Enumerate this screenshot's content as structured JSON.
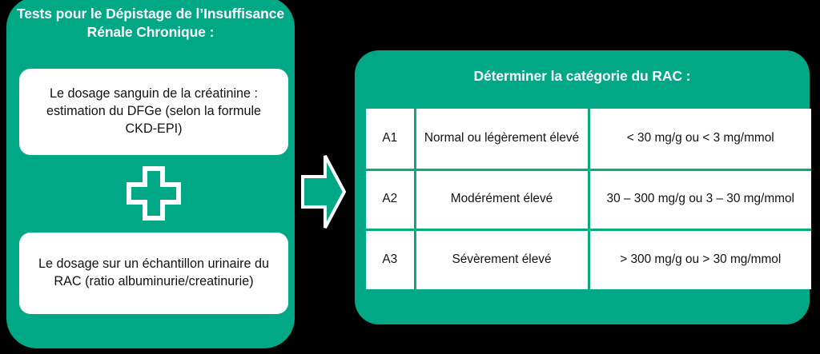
{
  "theme": {
    "brand_green": "#00A885",
    "table_border_green": "#0BA97F",
    "card_white": "#FFFFFF",
    "text_dark": "#121212",
    "background": "#000000"
  },
  "left_panel": {
    "title": "Tests pour le Dépistage de l’Insuffisance Rénale Chronique :",
    "cards": [
      {
        "id": "creatinine",
        "text": "Le dosage sanguin de la créatinine : estimation du DFGe (selon la formule CKD-EPI)"
      },
      {
        "id": "rac",
        "text": "Le dosage sur un échantillon urinaire du RAC (ratio albuminurie/creatinurie)"
      }
    ],
    "divider_icon": "medical-cross-icon"
  },
  "connector": {
    "icon": "arrow-right-icon",
    "direction": "right"
  },
  "right_panel": {
    "title": "Déterminer la catégorie du RAC :",
    "table": {
      "columns": [
        "code",
        "description",
        "range"
      ],
      "rows": [
        {
          "code": "A1",
          "description": "Normal ou légèrement élevé",
          "range": "< 30 mg/g ou < 3 mg/mmol"
        },
        {
          "code": "A2",
          "description": "Modérément élevé",
          "range": "30 – 300 mg/g ou 3 – 30 mg/mmol"
        },
        {
          "code": "A3",
          "description": "Sévèrement élevé",
          "range": "> 300 mg/g ou > 30 mg/mmol"
        }
      ]
    }
  }
}
